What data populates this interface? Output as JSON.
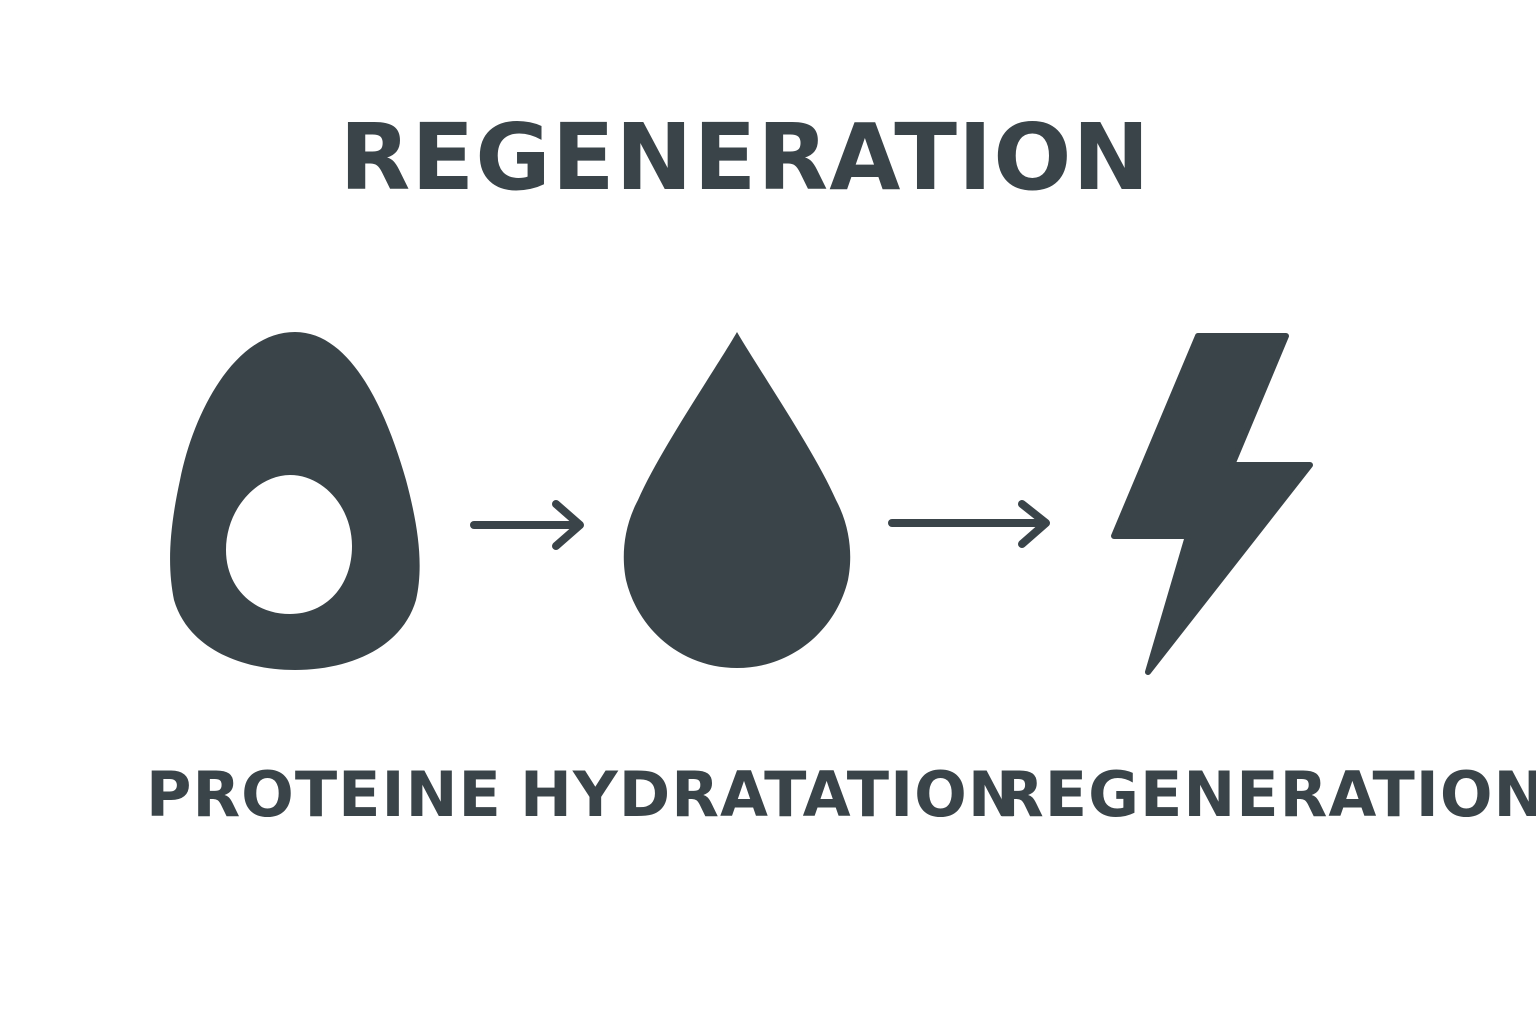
{
  "title": "REGENERATION",
  "colors": {
    "ink": "#3a4449",
    "background": "#ffffff"
  },
  "steps": [
    {
      "icon": "egg-icon",
      "label": "PROTEINE"
    },
    {
      "icon": "water-drop-icon",
      "label": "HYDRATATION"
    },
    {
      "icon": "lightning-bolt-icon",
      "label": "REGENERATION"
    }
  ]
}
